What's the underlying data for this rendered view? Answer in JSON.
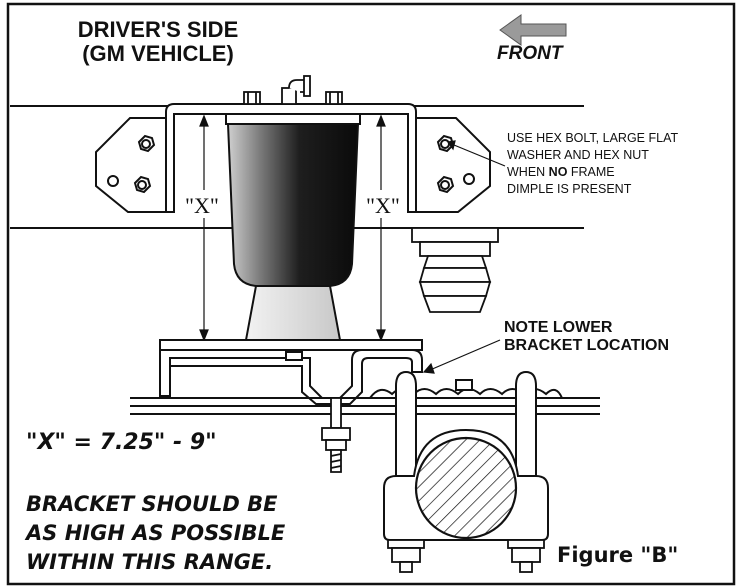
{
  "title": {
    "line1": "DRIVER'S SIDE",
    "line2": "(GM VEHICLE)"
  },
  "direction": {
    "label": "FRONT",
    "arrow_color": "#8a8a8a"
  },
  "hex_note": {
    "line1": "USE HEX BOLT, LARGE FLAT",
    "line2": "WASHER AND HEX NUT",
    "line3_prefix": "WHEN ",
    "line3_bold": "NO",
    "line3_suffix": " FRAME",
    "line4": "DIMPLE IS PRESENT"
  },
  "lower_note": {
    "line1": "NOTE LOWER",
    "line2": "BRACKET LOCATION"
  },
  "dimension_label": "\"X\"",
  "formula": "\"X\" = 7.25\" - 9\"",
  "advice": {
    "line1": "BRACKET SHOULD BE",
    "line2": "AS HIGH AS POSSIBLE",
    "line3": "WITHIN THIS RANGE."
  },
  "figure_label": "Figure \"B\"",
  "colors": {
    "ink": "#111111",
    "bag_dark": "#1a1a1a",
    "bag_light": "#d8d8d8",
    "gray": "#8a8a8a"
  }
}
